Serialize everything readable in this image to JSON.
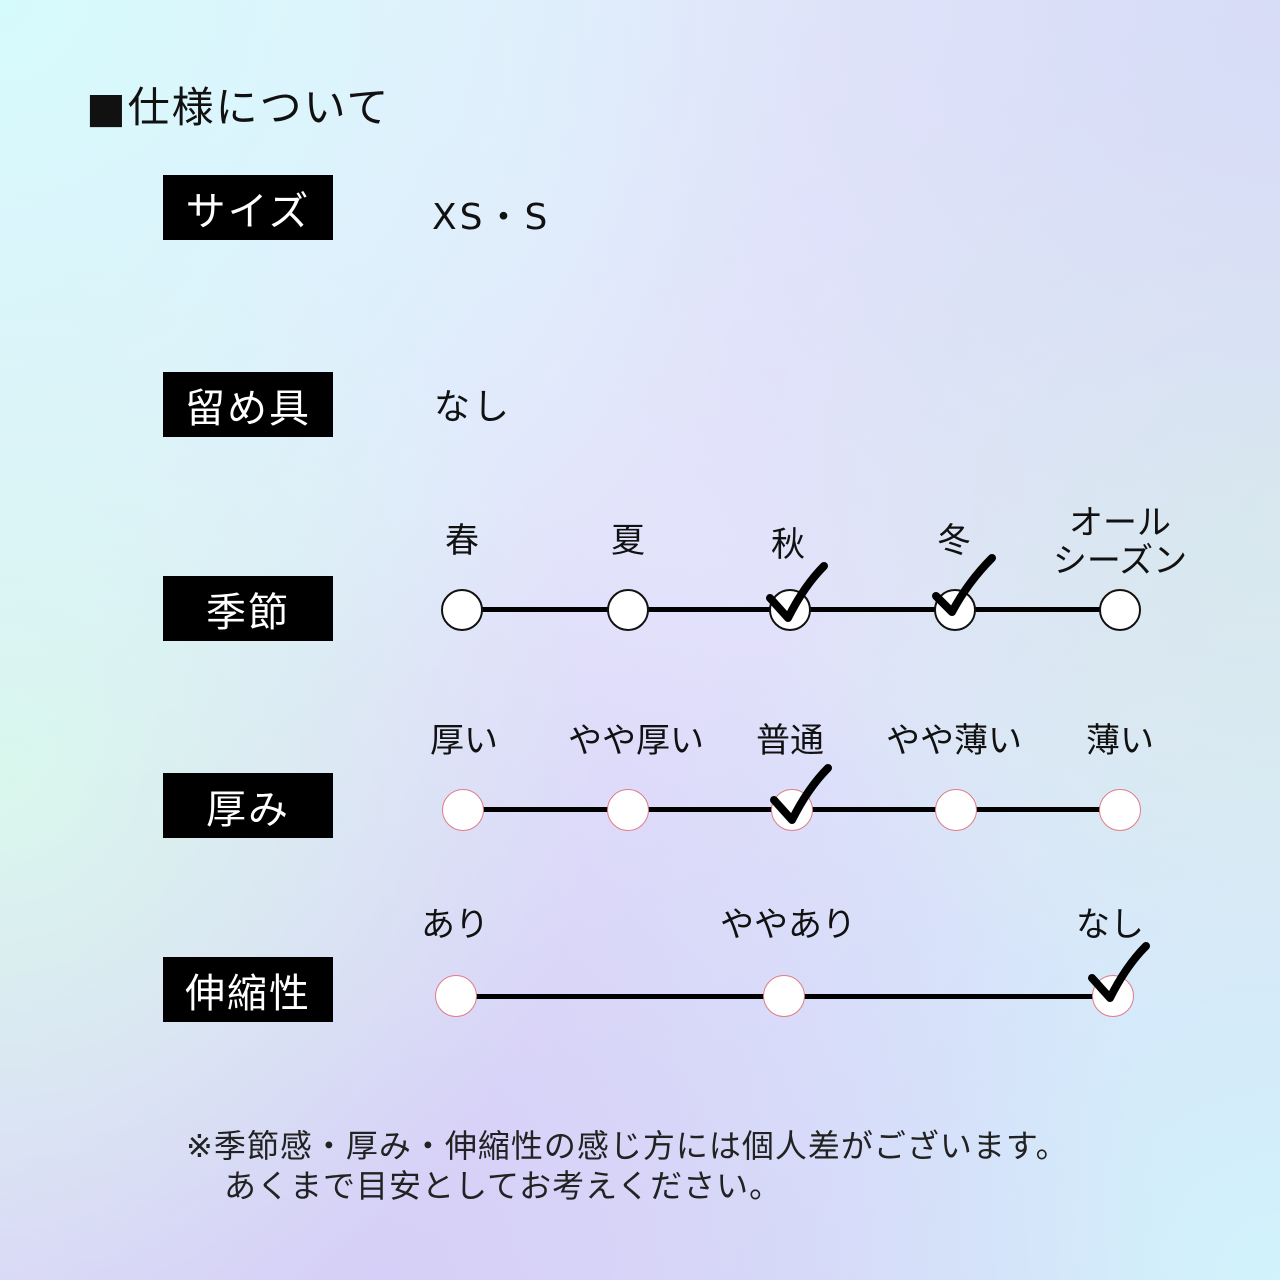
{
  "title": "■仕様について",
  "size": {
    "label": "サイズ",
    "value": "XS・S"
  },
  "fastener": {
    "label": "留め具",
    "value": "なし"
  },
  "season": {
    "label": "季節",
    "options": [
      "春",
      "夏",
      "秋",
      "冬",
      "オール\nシーズン"
    ],
    "checked": [
      false,
      false,
      true,
      true,
      false
    ]
  },
  "thickness": {
    "label": "厚み",
    "options": [
      "厚い",
      "やや厚い",
      "普通",
      "やや薄い",
      "薄い"
    ],
    "checked": [
      false,
      false,
      true,
      false,
      false
    ]
  },
  "stretch": {
    "label": "伸縮性",
    "options": [
      "あり",
      "ややあり",
      "なし"
    ],
    "checked": [
      false,
      false,
      true
    ]
  },
  "note": {
    "line1": "※季節感・厚み・伸縮性の感じ方には個人差がございます。",
    "line2": "あくまで目安としてお考えください。"
  }
}
